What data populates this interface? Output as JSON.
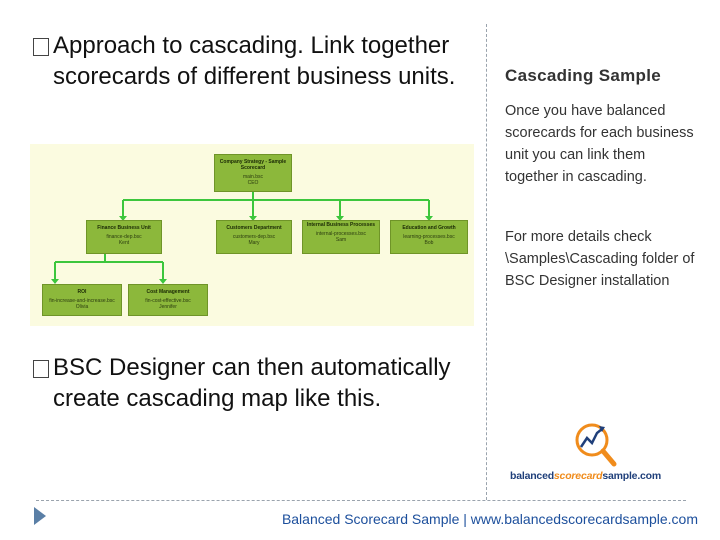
{
  "slide": {
    "bullets": [
      "Approach to cascading. Link together scorecards of different business units.",
      "BSC Designer can then automatically create cascading map like this."
    ],
    "side": {
      "title": "Cascading Sample",
      "paragraph1": "Once you have balanced scorecards for each business unit you can link them together in cascading.",
      "paragraph2": "For more details check \\Samples\\Cascading folder of BSC Designer installation"
    },
    "footer": "Balanced Scorecard Sample | www.balancedscorecardsample.com"
  },
  "map": {
    "root": {
      "title": "Company Strategy - Sample Scorecard",
      "sub1": "main.bsc",
      "sub2": "CEO"
    },
    "level2": [
      {
        "title": "Finance Business Unit",
        "sub1": "finance-dep.bsc",
        "sub2": "Kent"
      },
      {
        "title": "Customers Department",
        "sub1": "customers-dep.bsc",
        "sub2": "Mary"
      },
      {
        "title": "Internal Business Processes",
        "sub1": "internal-processes.bsc",
        "sub2": "Sam"
      },
      {
        "title": "Education and Growth",
        "sub1": "learning-processes.bsc",
        "sub2": "Bob"
      }
    ],
    "level3": [
      {
        "title": "ROI",
        "sub1": "fin-increase-and-increase.bsc",
        "sub2": "Olivia"
      },
      {
        "title": "Cost Management",
        "sub1": "fin-cost-effective.bsc",
        "sub2": "Jennifer"
      }
    ]
  },
  "logo": {
    "part1": "balanced",
    "part2": "scorecard",
    "part3": "sample.com",
    "color_dark": "#1f3f7a",
    "color_orange": "#f08c1c",
    "icon": "magnifier-chart-icon"
  },
  "colors": {
    "node": "#8cb83b",
    "connector": "#3cc63c",
    "footer": "#1c4f9c"
  }
}
